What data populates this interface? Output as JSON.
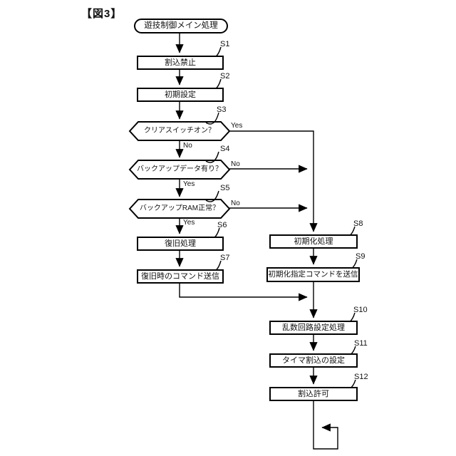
{
  "figure_label": "【図3】",
  "flowchart": {
    "start": {
      "label": "遊技制御メイン処理"
    },
    "steps": [
      {
        "id": "S1",
        "label": "割込禁止"
      },
      {
        "id": "S2",
        "label": "初期設定"
      },
      {
        "id": "S3",
        "label": "クリアスイッチオン？",
        "yes_label": "Yes",
        "no_label": "No"
      },
      {
        "id": "S4",
        "label": "バックアップデータ有り？",
        "yes_label": "Yes",
        "no_label": "No"
      },
      {
        "id": "S5",
        "label": "バックアップRAM正常？",
        "yes_label": "Yes",
        "no_label": "No"
      },
      {
        "id": "S6",
        "label": "復旧処理"
      },
      {
        "id": "S7",
        "label": "復旧時のコマンド送信"
      },
      {
        "id": "S8",
        "label": "初期化処理"
      },
      {
        "id": "S9",
        "label": "初期化指定コマンドを送信"
      },
      {
        "id": "S10",
        "label": "乱数回路設定処理"
      },
      {
        "id": "S11",
        "label": "タイマ割込の設定"
      },
      {
        "id": "S12",
        "label": "割込許可"
      }
    ]
  },
  "colors": {
    "line": "#000000",
    "background": "#ffffff"
  }
}
